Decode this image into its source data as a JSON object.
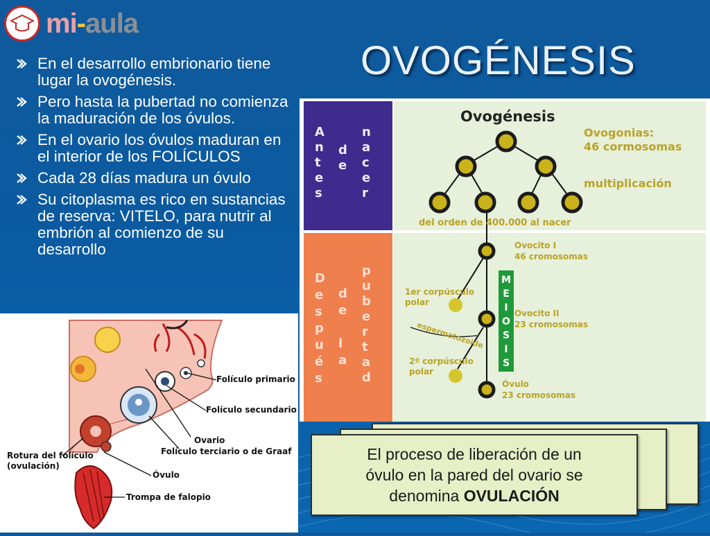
{
  "logo": {
    "brand_part1": "mi",
    "brand_dash": "-",
    "brand_part2": "aula"
  },
  "title": "OVOGÉNESIS",
  "bullets": [
    "En el desarrollo embrionario tiene lugar la ovogénesis.",
    "Pero hasta la pubertad no comienza la maduración de los óvulos.",
    "En el ovario los óvulos maduran en el interior de los FOLÍCULOS",
    "Cada 28 días madura un óvulo",
    "Su citoplasma es rico en sustancias de reserva: VITELO, para nutrir al embrión al comienzo de su desarrollo"
  ],
  "ovary_labels": {
    "primario": "Folículo primario",
    "secundario": "Folículo secundario",
    "ovario": "Ovario",
    "terciario": "Folículo terciario o de Graaf",
    "rotura_line1": "Rotura del folículo",
    "rotura_line2": "(ovulación)",
    "ovulo": "Óvulo",
    "trompa": "Trompa de falopio"
  },
  "diagram": {
    "heading": "Ovogénesis",
    "antes_col1": [
      "A",
      "n",
      "t",
      "e",
      "s"
    ],
    "antes_col2": [
      "d",
      "e"
    ],
    "antes_col3": [
      "n",
      "a",
      "c",
      "e",
      "r"
    ],
    "despues_col1": [
      "D",
      "e",
      "s",
      "p",
      "u",
      "é",
      "s"
    ],
    "despues_col2": [
      "d",
      "e",
      "",
      "l",
      "a"
    ],
    "despues_col3": [
      "p",
      "u",
      "b",
      "e",
      "r",
      "t",
      "a",
      "d"
    ],
    "ovogonias_line1": "Ovogonias:",
    "ovogonias_line2": "46 cormosomas",
    "multiplicacion": "multiplicación",
    "del_orden": "del orden de 400.000 al nacer",
    "ovocito1_line1": "Ovocito I",
    "ovocito1_line2": "46 cromosomas",
    "corpusculo1_line1": "1er corpúsculo",
    "corpusculo1_line2": "polar",
    "meiosis": [
      "M",
      "E",
      "I",
      "O",
      "S",
      "I",
      "S"
    ],
    "ovocito2_line1": "Ovocito II",
    "ovocito2_line2": "23 cromosomas",
    "espermatozoide": "espermatozoide",
    "corpusculo2_line1": "2º corpúsculo",
    "corpusculo2_line2": "polar",
    "ovulo_line1": "Óvulo",
    "ovulo_line2": "23 cromosomas"
  },
  "note": {
    "line1": "El proceso de liberación de un",
    "line2": "óvulo en la pared del ovario se",
    "line3_prefix": "denomina ",
    "line3_bold": "OVULACIÓN"
  },
  "colors": {
    "background": "#0b5aa0",
    "antes_panel": "#3f2a8e",
    "despues_panel": "#f07f4e",
    "cell": "#c9b21a",
    "meiosis_bar": "#1f9a3a"
  }
}
